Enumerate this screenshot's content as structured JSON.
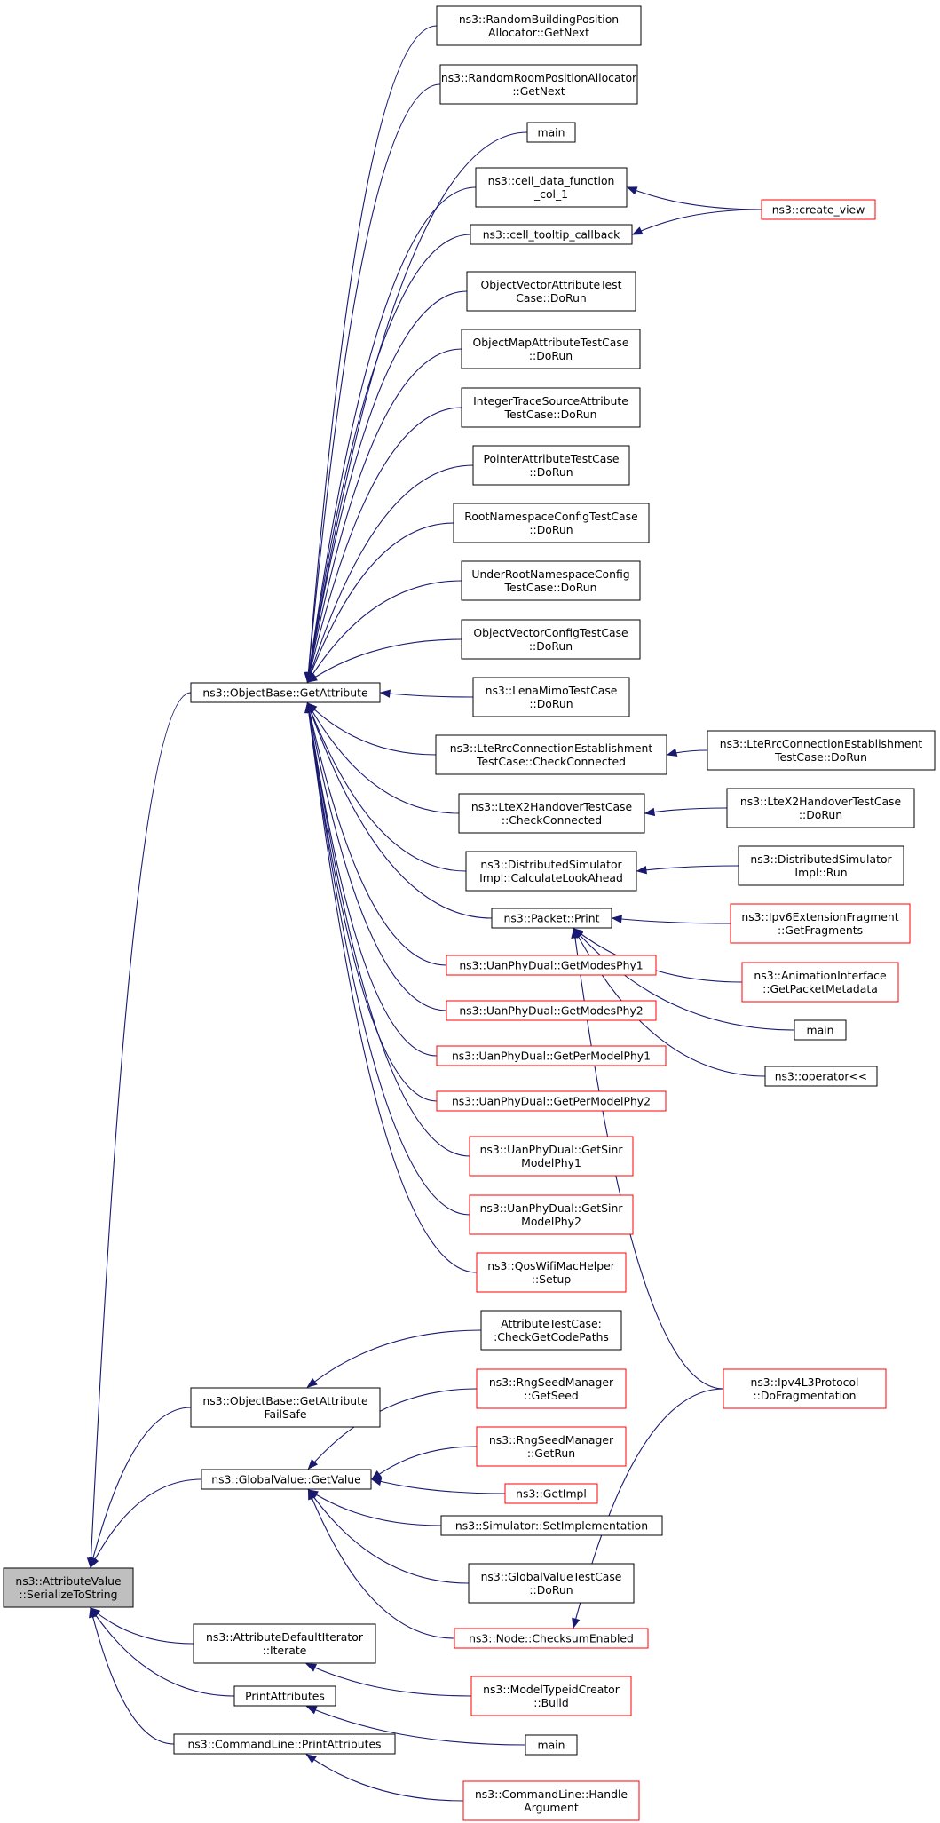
{
  "graph": {
    "title": "",
    "nodes": [
      {
        "id": "serialize",
        "lines": [
          "ns3::AttributeValue",
          "::SerializeToString"
        ],
        "style": "root"
      },
      {
        "id": "getattr",
        "lines": [
          "ns3::ObjectBase::GetAttribute"
        ],
        "style": "black"
      },
      {
        "id": "getattrfs",
        "lines": [
          "ns3::ObjectBase::GetAttribute",
          "FailSafe"
        ],
        "style": "black"
      },
      {
        "id": "gvget",
        "lines": [
          "ns3::GlobalValue::GetValue"
        ],
        "style": "black"
      },
      {
        "id": "adi",
        "lines": [
          "ns3::AttributeDefaultIterator",
          "::Iterate"
        ],
        "style": "black"
      },
      {
        "id": "printattrs",
        "lines": [
          "PrintAttributes"
        ],
        "style": "black"
      },
      {
        "id": "clprint",
        "lines": [
          "ns3::CommandLine::PrintAttributes"
        ],
        "style": "black"
      },
      {
        "id": "rbpa",
        "lines": [
          "ns3::RandomBuildingPosition",
          "Allocator::GetNext"
        ],
        "style": "black"
      },
      {
        "id": "rrpa",
        "lines": [
          "ns3::RandomRoomPositionAllocator",
          "::GetNext"
        ],
        "style": "black"
      },
      {
        "id": "main1",
        "lines": [
          "main"
        ],
        "style": "black"
      },
      {
        "id": "celldata",
        "lines": [
          "ns3::cell_data_function",
          "_col_1"
        ],
        "style": "black"
      },
      {
        "id": "celltip",
        "lines": [
          "ns3::cell_tooltip_callback"
        ],
        "style": "black"
      },
      {
        "id": "createview",
        "lines": [
          "ns3::create_view"
        ],
        "style": "red"
      },
      {
        "id": "ovat",
        "lines": [
          "ObjectVectorAttributeTest",
          "Case::DoRun"
        ],
        "style": "black"
      },
      {
        "id": "omat",
        "lines": [
          "ObjectMapAttributeTestCase",
          "::DoRun"
        ],
        "style": "black"
      },
      {
        "id": "itsa",
        "lines": [
          "IntegerTraceSourceAttribute",
          "TestCase::DoRun"
        ],
        "style": "black"
      },
      {
        "id": "pat",
        "lines": [
          "PointerAttributeTestCase",
          "::DoRun"
        ],
        "style": "black"
      },
      {
        "id": "rnct",
        "lines": [
          "RootNamespaceConfigTestCase",
          "::DoRun"
        ],
        "style": "black"
      },
      {
        "id": "urnc",
        "lines": [
          "UnderRootNamespaceConfig",
          "TestCase::DoRun"
        ],
        "style": "black"
      },
      {
        "id": "ovct",
        "lines": [
          "ObjectVectorConfigTestCase",
          "::DoRun"
        ],
        "style": "black"
      },
      {
        "id": "lenamimo",
        "lines": [
          "ns3::LenaMimoTestCase",
          "::DoRun"
        ],
        "style": "black"
      },
      {
        "id": "ltecc",
        "lines": [
          "ns3::LteRrcConnectionEstablishment",
          "TestCase::CheckConnected"
        ],
        "style": "black"
      },
      {
        "id": "ltedorun",
        "lines": [
          "ns3::LteRrcConnectionEstablishment",
          "TestCase::DoRun"
        ],
        "style": "black"
      },
      {
        "id": "x2cc",
        "lines": [
          "ns3::LteX2HandoverTestCase",
          "::CheckConnected"
        ],
        "style": "black"
      },
      {
        "id": "x2dorun",
        "lines": [
          "ns3::LteX2HandoverTestCase",
          "::DoRun"
        ],
        "style": "black"
      },
      {
        "id": "dscla",
        "lines": [
          "ns3::DistributedSimulator",
          "Impl::CalculateLookAhead"
        ],
        "style": "black"
      },
      {
        "id": "dsrun",
        "lines": [
          "ns3::DistributedSimulator",
          "Impl::Run"
        ],
        "style": "black"
      },
      {
        "id": "pktprint",
        "lines": [
          "ns3::Packet::Print"
        ],
        "style": "black"
      },
      {
        "id": "ipv6frag",
        "lines": [
          "ns3::Ipv6ExtensionFragment",
          "::GetFragments"
        ],
        "style": "red"
      },
      {
        "id": "animpkt",
        "lines": [
          "ns3::AnimationInterface",
          "::GetPacketMetadata"
        ],
        "style": "red"
      },
      {
        "id": "main2",
        "lines": [
          "main"
        ],
        "style": "black"
      },
      {
        "id": "oplt",
        "lines": [
          "ns3::operator<<"
        ],
        "style": "black"
      },
      {
        "id": "ipv4frag",
        "lines": [
          "ns3::Ipv4L3Protocol",
          "::DoFragmentation"
        ],
        "style": "red"
      },
      {
        "id": "gmp1",
        "lines": [
          "ns3::UanPhyDual::GetModesPhy1"
        ],
        "style": "red"
      },
      {
        "id": "gmp2",
        "lines": [
          "ns3::UanPhyDual::GetModesPhy2"
        ],
        "style": "red"
      },
      {
        "id": "gpm1",
        "lines": [
          "ns3::UanPhyDual::GetPerModelPhy1"
        ],
        "style": "red"
      },
      {
        "id": "gpm2",
        "lines": [
          "ns3::UanPhyDual::GetPerModelPhy2"
        ],
        "style": "red"
      },
      {
        "id": "gsm1",
        "lines": [
          "ns3::UanPhyDual::GetSinr",
          "ModelPhy1"
        ],
        "style": "red"
      },
      {
        "id": "gsm2",
        "lines": [
          "ns3::UanPhyDual::GetSinr",
          "ModelPhy2"
        ],
        "style": "red"
      },
      {
        "id": "qoswifi",
        "lines": [
          "ns3::QosWifiMacHelper",
          "::Setup"
        ],
        "style": "red"
      },
      {
        "id": "attrtc",
        "lines": [
          "AttributeTestCase:",
          ":CheckGetCodePaths"
        ],
        "style": "black"
      },
      {
        "id": "rngseed",
        "lines": [
          "ns3::RngSeedManager",
          "::GetSeed"
        ],
        "style": "red"
      },
      {
        "id": "rngrun",
        "lines": [
          "ns3::RngSeedManager",
          "::GetRun"
        ],
        "style": "red"
      },
      {
        "id": "getimpl",
        "lines": [
          "ns3::GetImpl"
        ],
        "style": "red"
      },
      {
        "id": "simsetimpl",
        "lines": [
          "ns3::Simulator::SetImplementation"
        ],
        "style": "black"
      },
      {
        "id": "gvtc",
        "lines": [
          "ns3::GlobalValueTestCase",
          "::DoRun"
        ],
        "style": "black"
      },
      {
        "id": "checksum",
        "lines": [
          "ns3::Node::ChecksumEnabled"
        ],
        "style": "red"
      },
      {
        "id": "mtcbuild",
        "lines": [
          "ns3::ModelTypeidCreator",
          "::Build"
        ],
        "style": "red"
      },
      {
        "id": "main3",
        "lines": [
          "main"
        ],
        "style": "black"
      },
      {
        "id": "clhandle",
        "lines": [
          "ns3::CommandLine::Handle",
          "Argument"
        ],
        "style": "red"
      }
    ],
    "edges": [
      {
        "from": "getattr",
        "to": "serialize"
      },
      {
        "from": "getattrfs",
        "to": "serialize"
      },
      {
        "from": "gvget",
        "to": "serialize"
      },
      {
        "from": "adi",
        "to": "serialize"
      },
      {
        "from": "printattrs",
        "to": "serialize"
      },
      {
        "from": "clprint",
        "to": "serialize"
      },
      {
        "from": "rbpa",
        "to": "getattr"
      },
      {
        "from": "rrpa",
        "to": "getattr"
      },
      {
        "from": "main1",
        "to": "getattr"
      },
      {
        "from": "celldata",
        "to": "getattr"
      },
      {
        "from": "celltip",
        "to": "getattr"
      },
      {
        "from": "ovat",
        "to": "getattr"
      },
      {
        "from": "omat",
        "to": "getattr"
      },
      {
        "from": "itsa",
        "to": "getattr"
      },
      {
        "from": "pat",
        "to": "getattr"
      },
      {
        "from": "rnct",
        "to": "getattr"
      },
      {
        "from": "urnc",
        "to": "getattr"
      },
      {
        "from": "ovct",
        "to": "getattr"
      },
      {
        "from": "lenamimo",
        "to": "getattr"
      },
      {
        "from": "ltecc",
        "to": "getattr"
      },
      {
        "from": "x2cc",
        "to": "getattr"
      },
      {
        "from": "dscla",
        "to": "getattr"
      },
      {
        "from": "pktprint",
        "to": "getattr"
      },
      {
        "from": "gmp1",
        "to": "getattr"
      },
      {
        "from": "gmp2",
        "to": "getattr"
      },
      {
        "from": "gpm1",
        "to": "getattr"
      },
      {
        "from": "gpm2",
        "to": "getattr"
      },
      {
        "from": "gsm1",
        "to": "getattr"
      },
      {
        "from": "gsm2",
        "to": "getattr"
      },
      {
        "from": "qoswifi",
        "to": "getattr"
      },
      {
        "from": "createview",
        "to": "celldata"
      },
      {
        "from": "createview",
        "to": "celltip"
      },
      {
        "from": "ltedorun",
        "to": "ltecc"
      },
      {
        "from": "x2dorun",
        "to": "x2cc"
      },
      {
        "from": "dsrun",
        "to": "dscla"
      },
      {
        "from": "ipv6frag",
        "to": "pktprint"
      },
      {
        "from": "animpkt",
        "to": "pktprint"
      },
      {
        "from": "main2",
        "to": "pktprint"
      },
      {
        "from": "oplt",
        "to": "pktprint"
      },
      {
        "from": "ipv4frag",
        "to": "pktprint"
      },
      {
        "from": "attrtc",
        "to": "getattrfs"
      },
      {
        "from": "rngseed",
        "to": "gvget"
      },
      {
        "from": "rngrun",
        "to": "gvget"
      },
      {
        "from": "getimpl",
        "to": "gvget"
      },
      {
        "from": "simsetimpl",
        "to": "gvget"
      },
      {
        "from": "gvtc",
        "to": "gvget"
      },
      {
        "from": "checksum",
        "to": "gvget"
      },
      {
        "from": "ipv4frag",
        "to": "checksum"
      },
      {
        "from": "mtcbuild",
        "to": "adi"
      },
      {
        "from": "main3",
        "to": "printattrs"
      },
      {
        "from": "clhandle",
        "to": "clprint"
      }
    ]
  },
  "colors": {
    "edge": "#191970",
    "red_border": "#ff0000",
    "root_fill": "#bfbfbf"
  }
}
